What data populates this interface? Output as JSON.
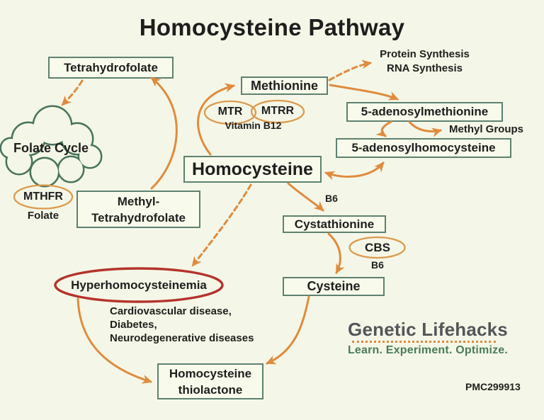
{
  "title": "Homocysteine Pathway",
  "nodes": {
    "tetrahydrofolate": "Tetrahydrofolate",
    "methionine": "Methionine",
    "adenosylmethionine": "5-adenosylmethionine",
    "adenosylhomocysteine": "5-adenosylhomocysteine",
    "homocysteine": "Homocysteine",
    "methyl_tetrahydrofolate": {
      "line1": "Methyl-",
      "line2": "Tetrahydrofolate"
    },
    "cystathionine": "Cystathionine",
    "cysteine": "Cysteine",
    "homocysteine_thiolactone": {
      "line1": "Homocysteine",
      "line2": "thiolactone"
    },
    "folate_cycle": "Folate Cycle",
    "hyperhomocysteinemia": "Hyperhomocysteinemia"
  },
  "enzymes": {
    "mtr": "MTR",
    "mtrr": "MTRR",
    "mthfr": "MTHFR",
    "cbs": "CBS"
  },
  "cofactors": {
    "vitamin_b12": "Vitamin B12",
    "b6_upper": "B6",
    "b6_lower": "B6",
    "folate": "Folate"
  },
  "annotations": {
    "protein_synthesis": "Protein Synthesis",
    "rna_synthesis": "RNA Synthesis",
    "methyl_groups": "Methyl Groups"
  },
  "outcomes": [
    "Cardiovascular disease,",
    "Diabetes,",
    "Neurodegenerative diseases"
  ],
  "branding": {
    "name": "Genetic Lifehacks",
    "tagline": "Learn. Experiment. Optimize.",
    "reference": "PMC299913"
  },
  "colors": {
    "background": "#f4f7e7",
    "arrow_orange": "#e08b3e",
    "enzyme_oval_orange": "#dd9a4d",
    "box_border": "#5e8170",
    "box_fill": "#f8fbec",
    "cloud_green": "#47745a",
    "alert_red": "#b5332c",
    "text": "#201e1e",
    "brand_gray": "#55565a",
    "brand_green": "#4a7c59"
  }
}
